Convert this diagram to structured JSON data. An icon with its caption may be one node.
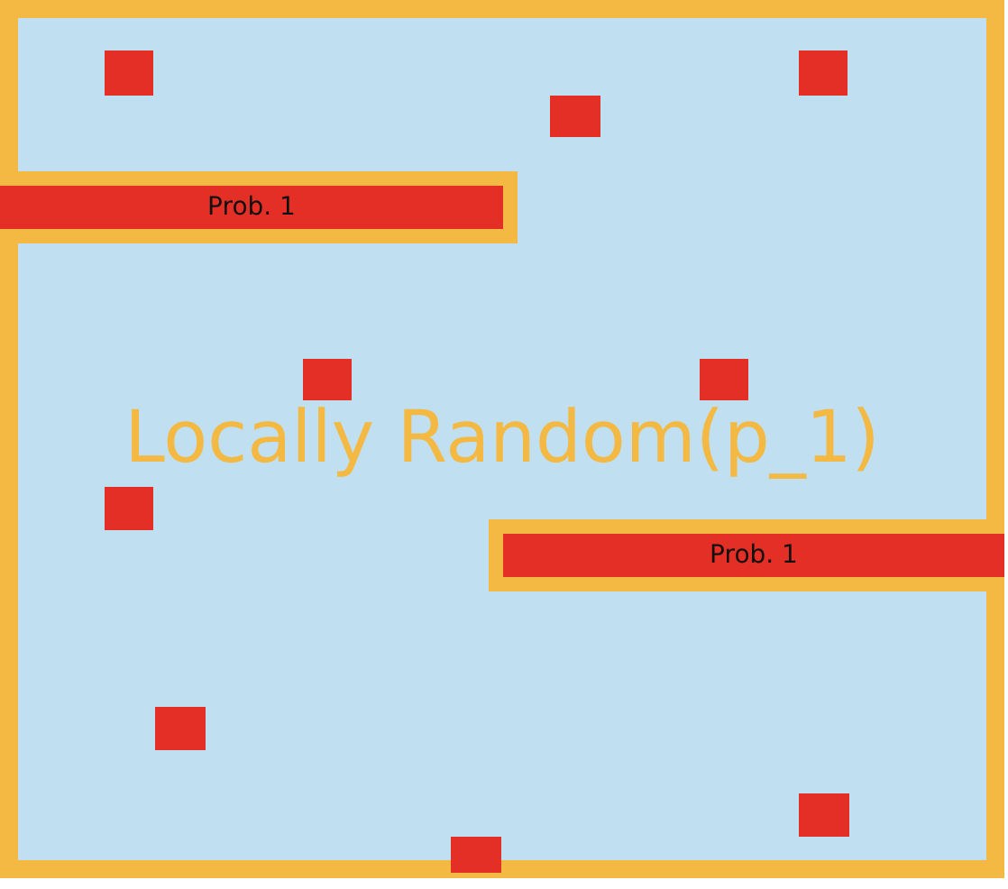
{
  "diagram": {
    "nodes": [
      {
        "text": [
          "Locally Random(p_1)"
        ]
      },
      {
        "text": [],
        "shape": "box",
        "in": 0
      },
      {
        "text": [],
        "shape": "box",
        "in": 0
      },
      {
        "text": [],
        "shape": "box",
        "in": 0
      },
      {
        "text": [
          "Prob. 1"
        ],
        "in": 0
      },
      {
        "text": [],
        "shape": "box",
        "in": 0
      },
      {
        "text": [],
        "shape": "box",
        "in": 0
      },
      {
        "text": [],
        "shape": "box",
        "in": 0
      },
      {
        "text": [
          "Prob. 1"
        ],
        "in": 0
      },
      {
        "text": [],
        "shape": "box",
        "in": 0
      },
      {
        "text": [],
        "shape": "box",
        "in": 0
      },
      {
        "text": [],
        "shape": "box",
        "in": 0
      }
    ],
    "edges": []
  }
}
